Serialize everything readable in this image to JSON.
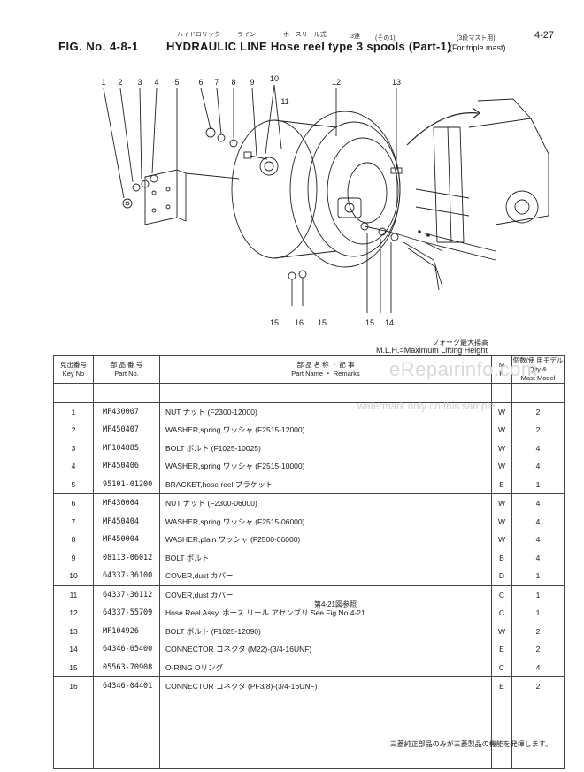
{
  "header": {
    "page_number": "4-27",
    "fig_no": "FIG. No. 4-8-1",
    "title": "HYDRAULIC LINE  Hose reel type 3 spools (Part-1)",
    "subtitle": "(For triple mast)",
    "jp_hydraulic": "ハイドロリック",
    "jp_line": "ライン",
    "jp_hose_reel_type": "ホースリール式",
    "jp_spools": "3連",
    "jp_part1": "(その1)",
    "jp_triple_mast": "(3段マスト用)"
  },
  "diagram": {
    "callouts": [
      "1",
      "2",
      "3",
      "4",
      "5",
      "6",
      "7",
      "8",
      "9",
      "10",
      "11",
      "12",
      "13",
      "15",
      "16",
      "15",
      "15",
      "14"
    ]
  },
  "mlh_note": {
    "jp": "フォーク最大揚高",
    "text": "M.L.H.=Maximum Lifting Height"
  },
  "table": {
    "headers": {
      "key_no_jp": "見出番号",
      "key_no": "Key No",
      "part_no_jp": "部 品 番 号",
      "part_no": "Part  No.",
      "part_name_jp": "部 品 名 称 ・ 記 事",
      "part_name": "Part  Name ・ Remarks",
      "m": "M",
      "r": "R",
      "qty_jp": "個数/使 用モデル",
      "qty": "Q'ty &",
      "mast_model": "Mast Model"
    },
    "rows": [
      {
        "key": "1",
        "part": "MF430007",
        "name": "NUT ナット (F2300-12000)",
        "note": "",
        "mr": "W",
        "qty": "2"
      },
      {
        "key": "2",
        "part": "MF450407",
        "name": "WASHER,spring ワッシャ (F2515-12000)",
        "note": "",
        "mr": "W",
        "qty": "2"
      },
      {
        "key": "3",
        "part": "MF104885",
        "name": "BOLT ボルト (F1025-10025)",
        "note": "",
        "mr": "W",
        "qty": "4"
      },
      {
        "key": "4",
        "part": "MF450406",
        "name": "WASHER,spring ワッシャ (F2515-10000)",
        "note": "",
        "mr": "W",
        "qty": "4"
      },
      {
        "key": "5",
        "part": "95101-01200",
        "name": "BRACKET,hose reel ブラケット",
        "note": "",
        "mr": "E",
        "qty": "1"
      },
      {
        "key": "6",
        "part": "MF430004",
        "name": "NUT ナット (F2300-06000)",
        "note": "",
        "mr": "W",
        "qty": "4"
      },
      {
        "key": "7",
        "part": "MF450404",
        "name": "WASHER,spring ワッシャ (F2515-06000)",
        "note": "",
        "mr": "W",
        "qty": "4"
      },
      {
        "key": "8",
        "part": "MF450004",
        "name": "WASHER,plain ワッシャ (F2500-06000)",
        "note": "",
        "mr": "W",
        "qty": "4"
      },
      {
        "key": "9",
        "part": "08113-06012",
        "name": "BOLT ボルト",
        "note": "",
        "mr": "B",
        "qty": "4"
      },
      {
        "key": "10",
        "part": "64337-36100",
        "name": "COVER,dust カバー",
        "note": "",
        "mr": "D",
        "qty": "1"
      },
      {
        "key": "11",
        "part": "64337-36112",
        "name": "COVER,dust カバー",
        "note": "",
        "mr": "C",
        "qty": "1"
      },
      {
        "key": "12",
        "part": "64337-55709",
        "name": "Hose Reel Assy. ホース リール アセンブリ See Fig.No.4-21",
        "note": "第4-21図参照",
        "mr": "C",
        "qty": "1"
      },
      {
        "key": "13",
        "part": "MF104926",
        "name": "BOLT ボルト (F1025-12090)",
        "note": "",
        "mr": "W",
        "qty": "2"
      },
      {
        "key": "14",
        "part": "64346-05400",
        "name": "CONNECTOR コネクタ (M22)-(3/4-16UNF)",
        "note": "",
        "mr": "E",
        "qty": "2"
      },
      {
        "key": "15",
        "part": "05563-70908",
        "name": "O-RING Oリング",
        "note": "",
        "mr": "C",
        "qty": "4"
      },
      {
        "key": "16",
        "part": "64346-04401",
        "name": "CONNECTOR コネクタ (PF3/8)-(3/4-16UNF)",
        "note": "",
        "mr": "E",
        "qty": "2"
      }
    ]
  },
  "watermarks": {
    "site": "eRepairinfo.com",
    "sample": "watermark only on this sample"
  },
  "footer": "三菱純正部品のみが三菱製品の機能を発揮します。"
}
